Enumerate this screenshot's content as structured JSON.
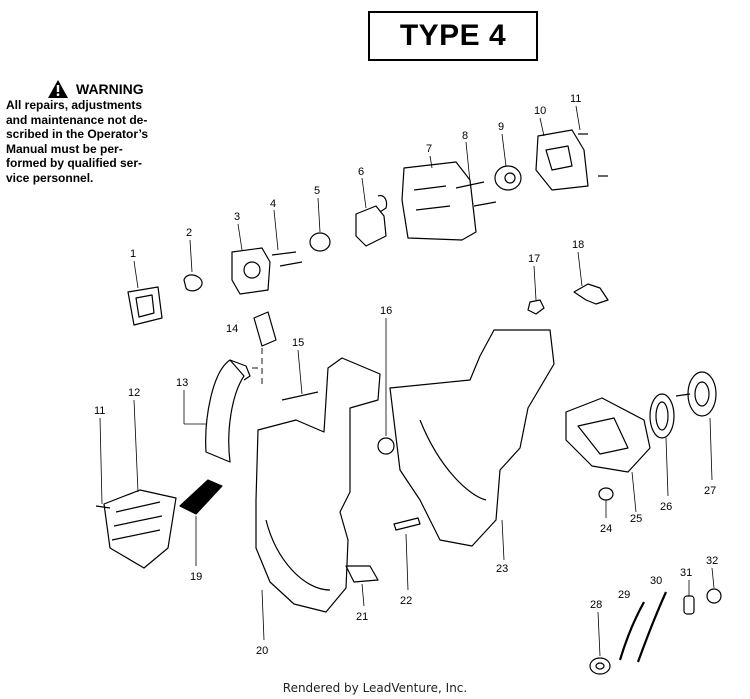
{
  "type_label": "TYPE 4",
  "warning": {
    "title": "WARNING",
    "line1": "All repairs, adjustments",
    "line2": "and maintenance not de-",
    "line3": "scribed in the Operator’s",
    "line4": "Manual must be per-",
    "line5": "formed by qualified ser-",
    "line6": "vice personnel."
  },
  "footer": "Rendered by LeadVenture, Inc.",
  "callouts": [
    "1",
    "2",
    "3",
    "4",
    "5",
    "6",
    "7",
    "8",
    "9",
    "10",
    "11",
    "11",
    "12",
    "13",
    "14",
    "15",
    "16",
    "17",
    "18",
    "19",
    "20",
    "21",
    "22",
    "23",
    "24",
    "25",
    "26",
    "27",
    "28",
    "29",
    "30",
    "31",
    "32"
  ]
}
